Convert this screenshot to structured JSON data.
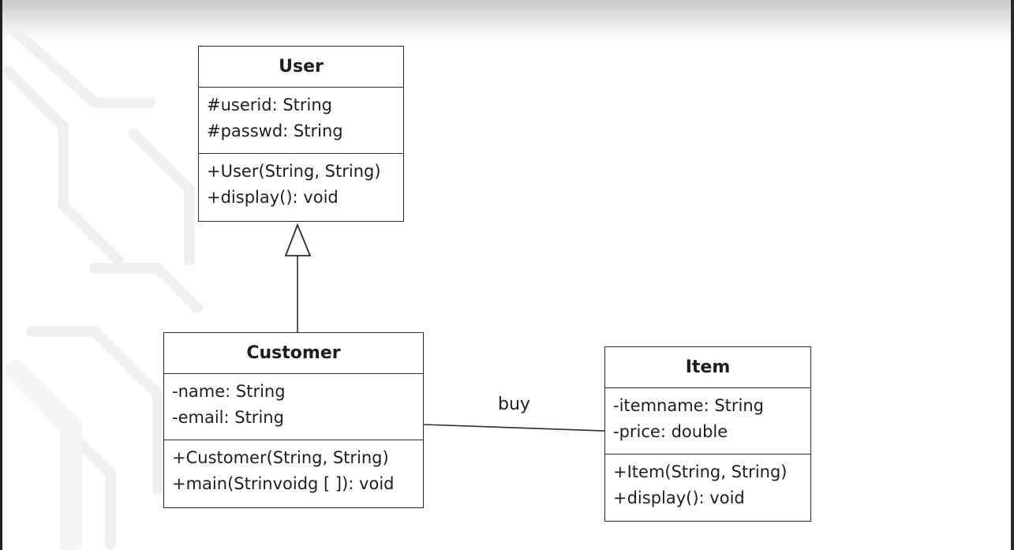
{
  "diagram": {
    "classes": [
      {
        "name": "User",
        "attributes": [
          "#userid: String",
          "#passwd: String"
        ],
        "methods": [
          "+User(String, String)",
          "+display(): void"
        ]
      },
      {
        "name": "Customer",
        "attributes": [
          "-name: String",
          "-email: String"
        ],
        "methods": [
          "+Customer(String, String)",
          "+main(Strinvoidg [ ]): void"
        ]
      },
      {
        "name": "Item",
        "attributes": [
          "-itemname: String",
          "-price: double"
        ],
        "methods": [
          "+Item(String, String)",
          "+display(): void"
        ]
      }
    ],
    "relationships": [
      {
        "type": "generalization",
        "from": "Customer",
        "to": "User",
        "label": ""
      },
      {
        "type": "association",
        "from": "Customer",
        "to": "Item",
        "label": "buy"
      }
    ]
  },
  "colors": {
    "line": "#2b2b2b",
    "background": "#ffffff",
    "watermark": "#f1f1f1"
  }
}
